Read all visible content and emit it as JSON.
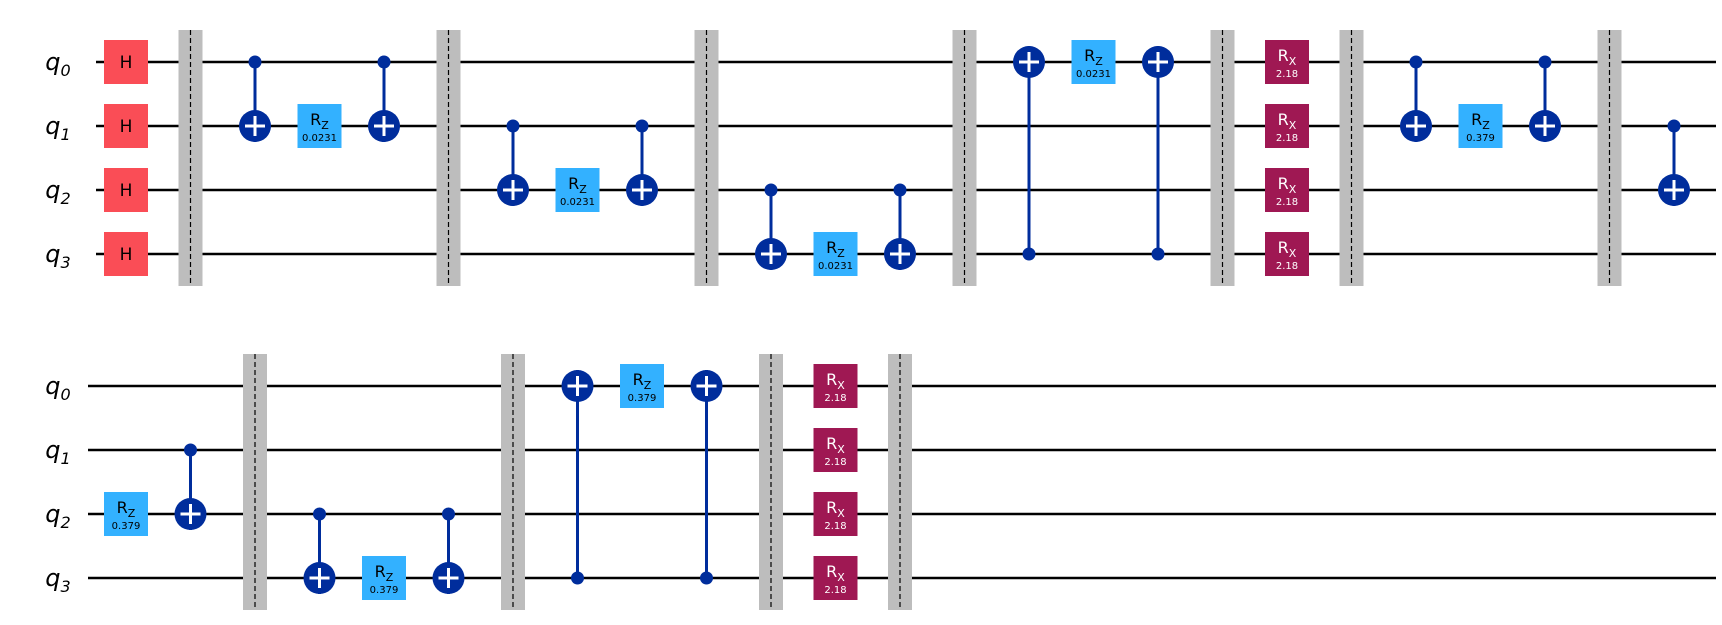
{
  "colors": {
    "wire": "#000000",
    "h_gate": "#fa4d56",
    "rz_gate": "#33b1ff",
    "rx_gate": "#9f1853",
    "cnot": "#002d9c",
    "barrier": "#bdbdbd",
    "gate_text_dark": "#000000",
    "gate_text_light": "#ffffff"
  },
  "qubits": [
    {
      "letter": "q",
      "index": "0"
    },
    {
      "letter": "q",
      "index": "1"
    },
    {
      "letter": "q",
      "index": "2"
    },
    {
      "letter": "q",
      "index": "3"
    }
  ],
  "gate_labels": {
    "h": "H",
    "rz_base": "R",
    "rz_sub": "Z",
    "rx_base": "R",
    "rx_sub": "X"
  },
  "rows": [
    {
      "ops": [
        {
          "kind": "h",
          "qubit": 0
        },
        {
          "kind": "h",
          "qubit": 1
        },
        {
          "kind": "h",
          "qubit": 2
        },
        {
          "kind": "h",
          "qubit": 3
        },
        {
          "kind": "barrier"
        },
        {
          "kind": "cx",
          "control": 0,
          "target": 1
        },
        {
          "kind": "rz",
          "qubit": 1,
          "param": "0.0231"
        },
        {
          "kind": "cx",
          "control": 0,
          "target": 1
        },
        {
          "kind": "barrier"
        },
        {
          "kind": "cx",
          "control": 1,
          "target": 2
        },
        {
          "kind": "rz",
          "qubit": 2,
          "param": "0.0231"
        },
        {
          "kind": "cx",
          "control": 1,
          "target": 2
        },
        {
          "kind": "barrier"
        },
        {
          "kind": "cx",
          "control": 2,
          "target": 3
        },
        {
          "kind": "rz",
          "qubit": 3,
          "param": "0.0231"
        },
        {
          "kind": "cx",
          "control": 2,
          "target": 3
        },
        {
          "kind": "barrier"
        },
        {
          "kind": "cx",
          "control": 3,
          "target": 0
        },
        {
          "kind": "rz",
          "qubit": 0,
          "param": "0.0231"
        },
        {
          "kind": "cx",
          "control": 3,
          "target": 0
        },
        {
          "kind": "barrier"
        },
        {
          "kind": "rx",
          "qubit": 0,
          "param": "2.18"
        },
        {
          "kind": "rx",
          "qubit": 1,
          "param": "2.18"
        },
        {
          "kind": "rx",
          "qubit": 2,
          "param": "2.18"
        },
        {
          "kind": "rx",
          "qubit": 3,
          "param": "2.18"
        },
        {
          "kind": "barrier"
        },
        {
          "kind": "cx",
          "control": 0,
          "target": 1
        },
        {
          "kind": "rz",
          "qubit": 1,
          "param": "0.379"
        },
        {
          "kind": "cx",
          "control": 0,
          "target": 1
        },
        {
          "kind": "barrier"
        },
        {
          "kind": "cx",
          "control": 1,
          "target": 2
        }
      ]
    },
    {
      "ops": [
        {
          "kind": "rz",
          "qubit": 2,
          "param": "0.379"
        },
        {
          "kind": "cx",
          "control": 1,
          "target": 2
        },
        {
          "kind": "barrier"
        },
        {
          "kind": "cx",
          "control": 2,
          "target": 3
        },
        {
          "kind": "rz",
          "qubit": 3,
          "param": "0.379"
        },
        {
          "kind": "cx",
          "control": 2,
          "target": 3
        },
        {
          "kind": "barrier"
        },
        {
          "kind": "cx",
          "control": 3,
          "target": 0
        },
        {
          "kind": "rz",
          "qubit": 0,
          "param": "0.379"
        },
        {
          "kind": "cx",
          "control": 3,
          "target": 0
        },
        {
          "kind": "barrier"
        },
        {
          "kind": "rx",
          "qubit": 0,
          "param": "2.18"
        },
        {
          "kind": "rx",
          "qubit": 1,
          "param": "2.18"
        },
        {
          "kind": "rx",
          "qubit": 2,
          "param": "2.18"
        },
        {
          "kind": "rx",
          "qubit": 3,
          "param": "2.18"
        },
        {
          "kind": "barrier"
        }
      ]
    }
  ]
}
